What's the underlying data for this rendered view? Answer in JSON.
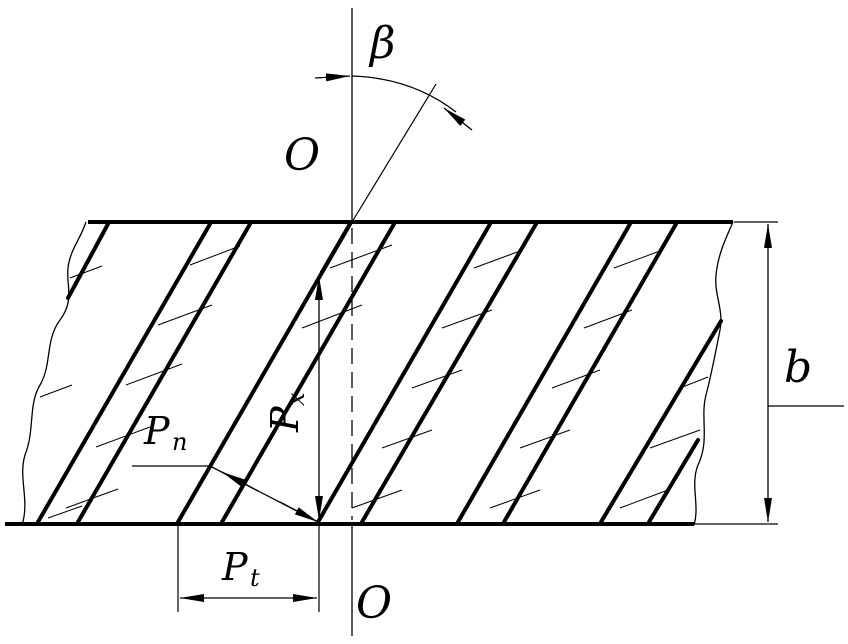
{
  "labels": {
    "beta": "β",
    "axis_top": "O",
    "axis_bottom": "O",
    "width": "b",
    "normal_pitch_main": "P",
    "normal_pitch_sub": "n",
    "axial_pitch_main": "P",
    "axial_pitch_sub": "x",
    "transverse_pitch_main": "P",
    "transverse_pitch_sub": "t"
  },
  "colors": {
    "line": "#000000",
    "background": "#ffffff"
  }
}
